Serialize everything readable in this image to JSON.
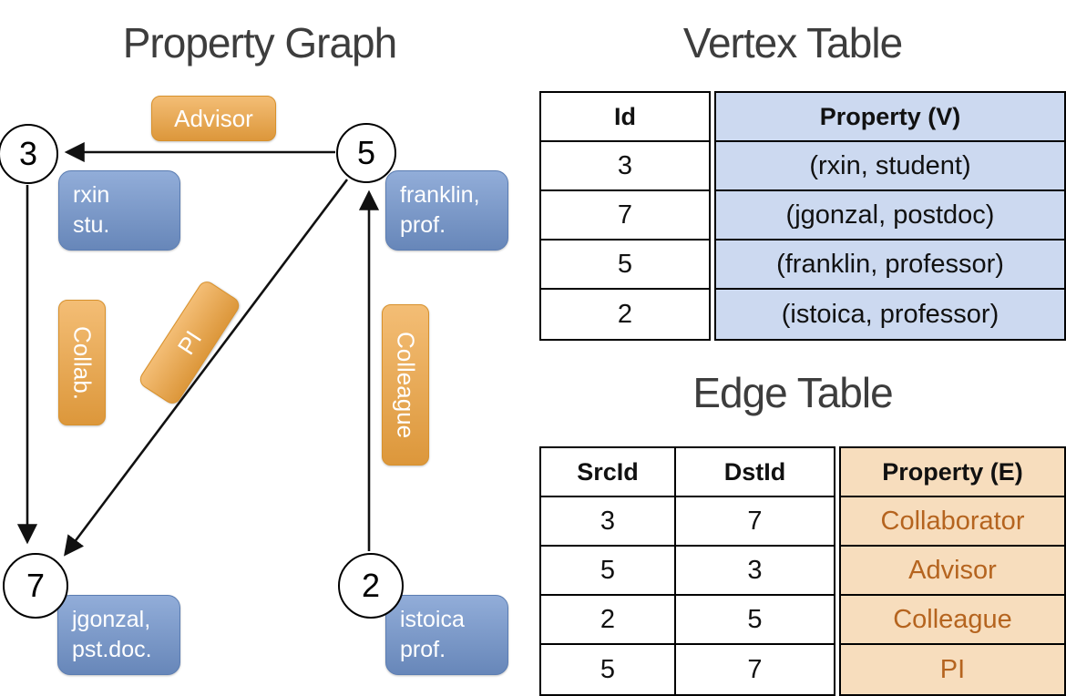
{
  "titles": {
    "graph": "Property Graph",
    "vertex_table": "Vertex Table",
    "edge_table": "Edge Table"
  },
  "graph": {
    "nodes": [
      {
        "id": "3"
      },
      {
        "id": "5"
      },
      {
        "id": "7"
      },
      {
        "id": "2"
      }
    ],
    "vertex_boxes": [
      {
        "line1": "rxin",
        "line2": "stu."
      },
      {
        "line1": "franklin,",
        "line2": "prof."
      },
      {
        "line1": "jgonzal,",
        "line2": "pst.doc."
      },
      {
        "line1": "istoica",
        "line2": "prof."
      }
    ],
    "edge_boxes": {
      "advisor": "Advisor",
      "collab": "Collab.",
      "pi": "PI",
      "colleague": "Colleague"
    }
  },
  "vertex_table": {
    "columns": {
      "id": "Id",
      "property": "Property (V)"
    },
    "rows": [
      {
        "id": "3",
        "property": "(rxin, student)"
      },
      {
        "id": "7",
        "property": "(jgonzal, postdoc)"
      },
      {
        "id": "5",
        "property": "(franklin, professor)"
      },
      {
        "id": "2",
        "property": "(istoica, professor)"
      }
    ]
  },
  "edge_table": {
    "columns": {
      "src": "SrcId",
      "dst": "DstId",
      "property": "Property (E)"
    },
    "rows": [
      {
        "src": "3",
        "dst": "7",
        "property": "Collaborator"
      },
      {
        "src": "5",
        "dst": "3",
        "property": "Advisor"
      },
      {
        "src": "2",
        "dst": "5",
        "property": "Colleague"
      },
      {
        "src": "5",
        "dst": "7",
        "property": "PI"
      }
    ]
  },
  "colors": {
    "edge_box_fill": "#efa440",
    "edge_box_border": "#d8912c",
    "vertex_box_fill": "#7396ce",
    "vertex_box_border": "#5b7db3",
    "vertex_col_bg": "#ccd9f0",
    "edge_col_bg": "#f7ddbd",
    "edge_text": "#b5641f",
    "title_color": "#3d3d3d",
    "line_color": "#111111"
  }
}
